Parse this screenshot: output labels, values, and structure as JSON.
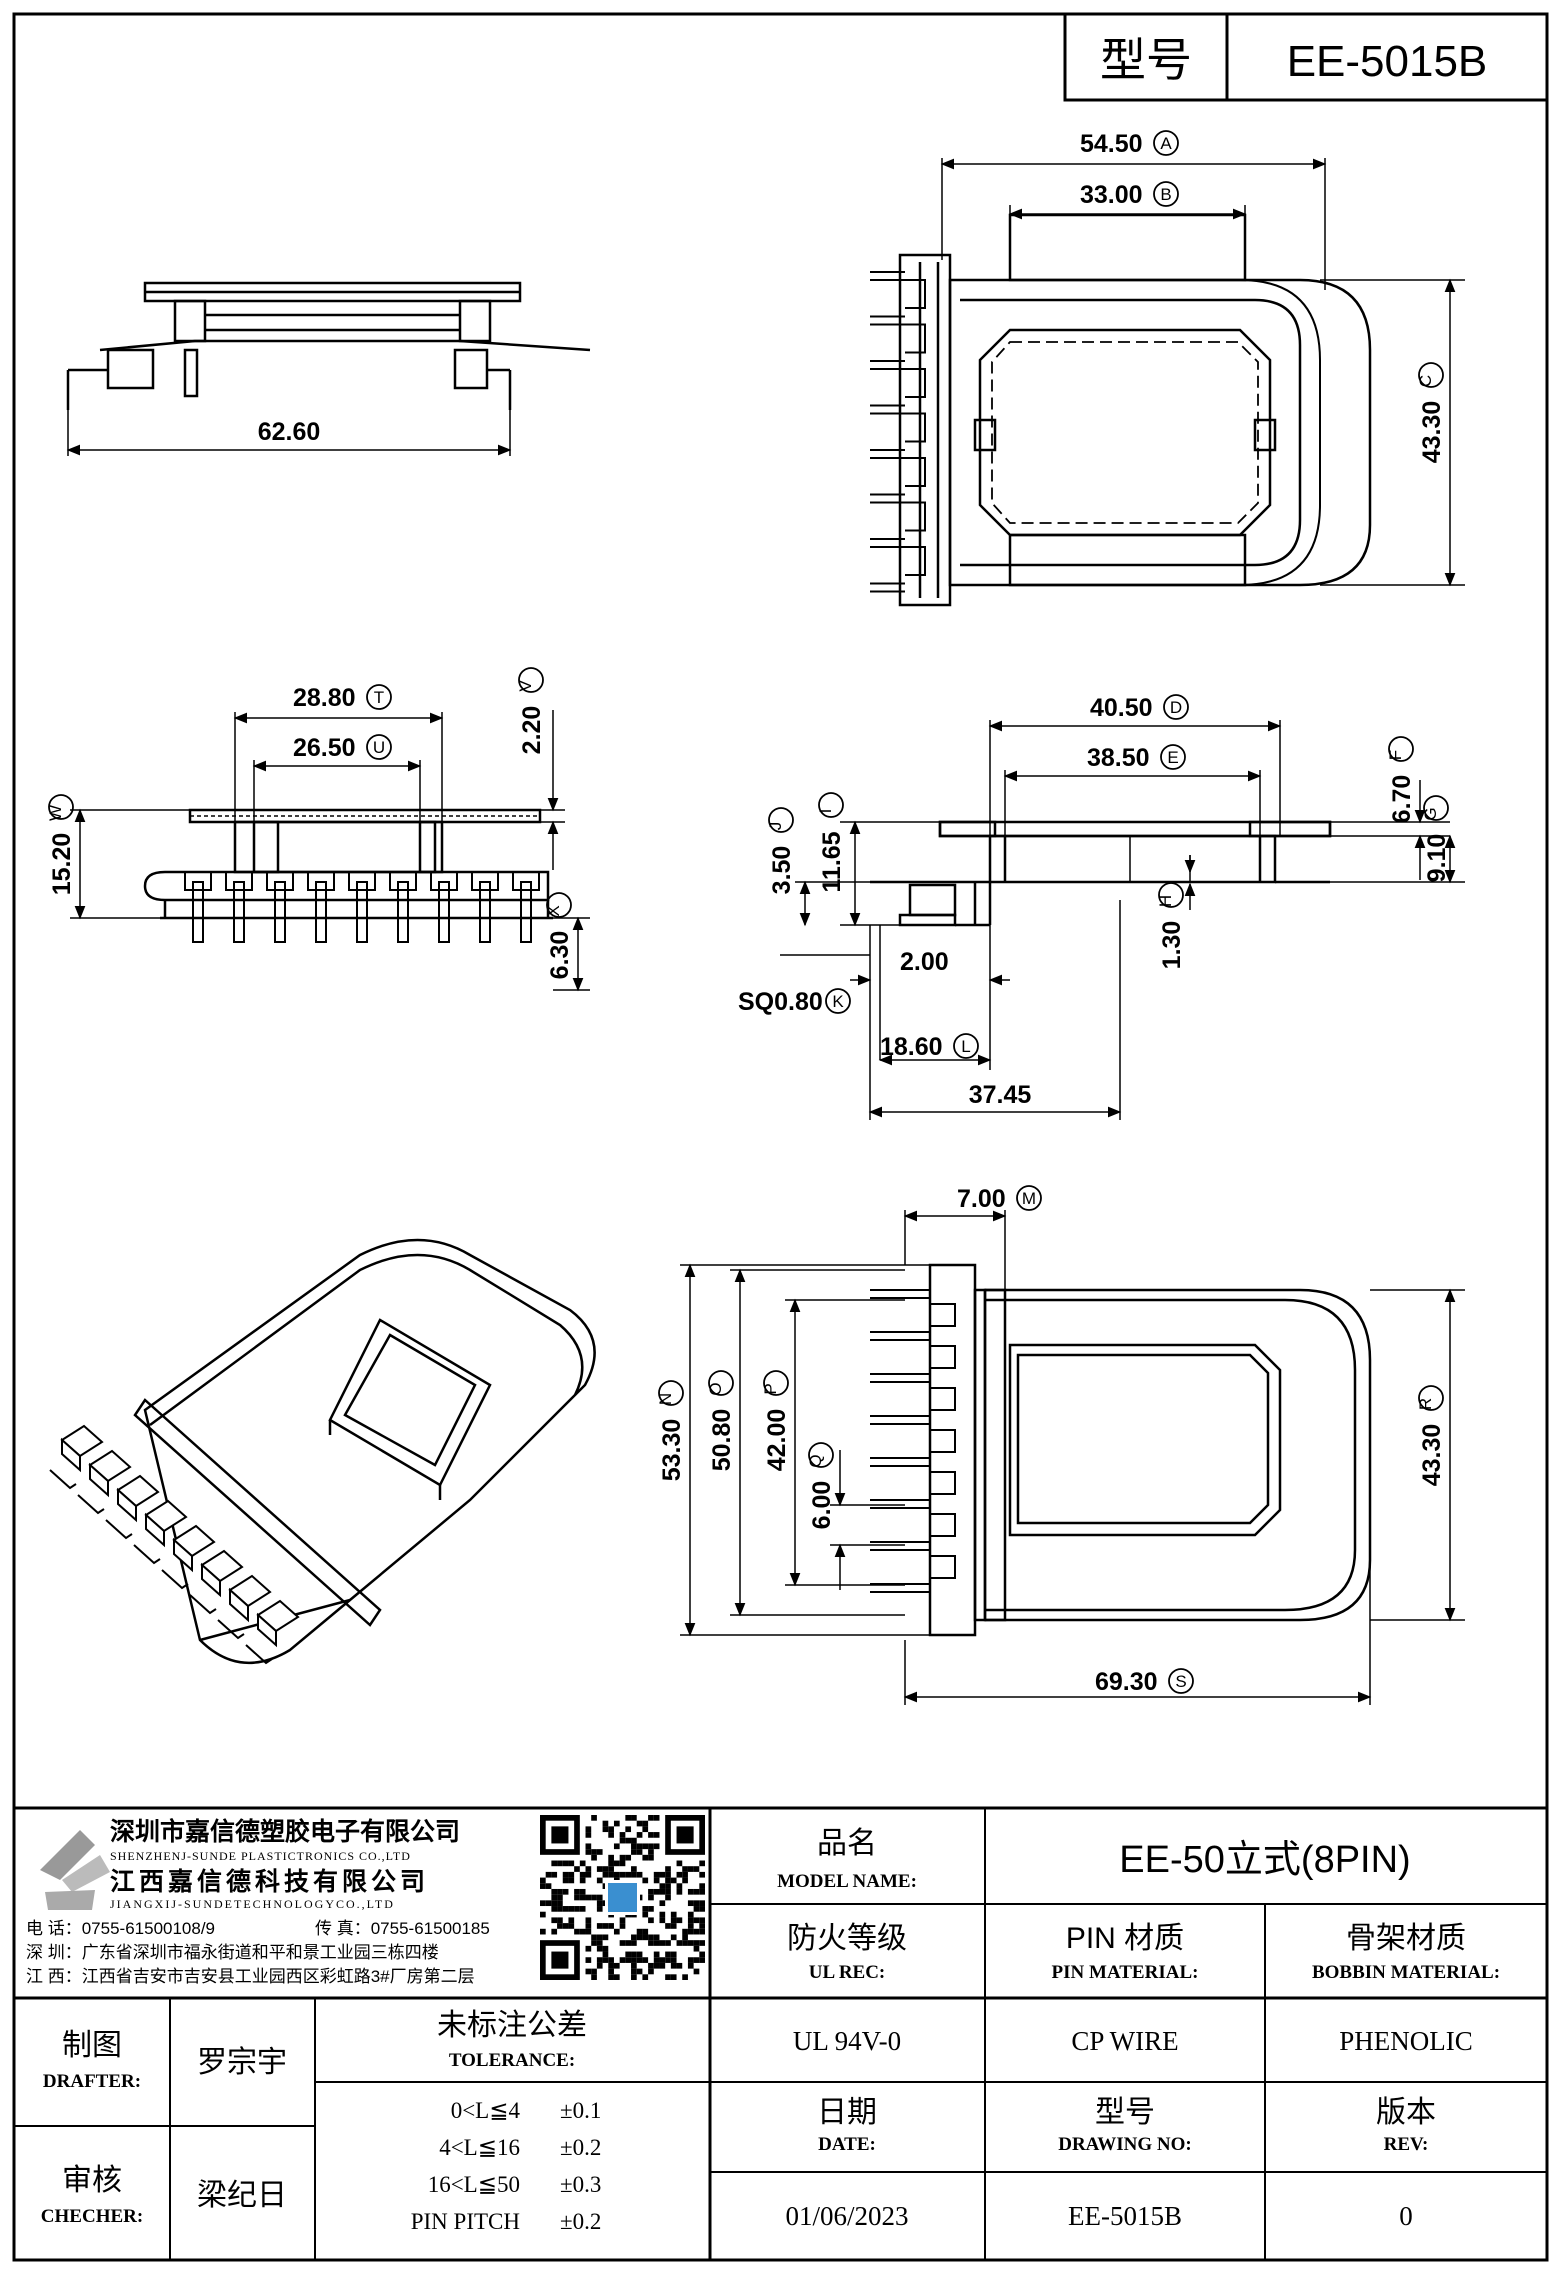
{
  "header": {
    "label_zh": "型号",
    "model": "EE-5015B"
  },
  "dimensions": [
    {
      "id": "A",
      "value": "54.50"
    },
    {
      "id": "B",
      "value": "33.00"
    },
    {
      "id": "C",
      "value": "43.30"
    },
    {
      "id": "D",
      "value": "40.50"
    },
    {
      "id": "E",
      "value": "38.50"
    },
    {
      "id": "F",
      "value": "6.70"
    },
    {
      "id": "G",
      "value": "9.10"
    },
    {
      "id": "H",
      "value": "1.30"
    },
    {
      "id": "I",
      "value": "11.65"
    },
    {
      "id": "J",
      "value": "3.50"
    },
    {
      "id": "K",
      "value": "SQ0.80"
    },
    {
      "id": "L",
      "value": "18.60"
    },
    {
      "id": "M",
      "value": "7.00"
    },
    {
      "id": "N",
      "value": "53.30"
    },
    {
      "id": "O",
      "value": "50.80"
    },
    {
      "id": "P",
      "value": "42.00"
    },
    {
      "id": "Q",
      "value": "6.00"
    },
    {
      "id": "R",
      "value": "43.30"
    },
    {
      "id": "S",
      "value": "69.30"
    },
    {
      "id": "T",
      "value": "28.80"
    },
    {
      "id": "U",
      "value": "26.50"
    },
    {
      "id": "V",
      "value": "2.20"
    },
    {
      "id": "W",
      "value": "15.20"
    },
    {
      "id": "X",
      "value": "6.30"
    }
  ],
  "plain_dims": {
    "top_left_width": "62.60",
    "pin_offset": "2.00",
    "total_depth": "37.45"
  },
  "company": {
    "name_sz": "深圳市嘉信德塑胶电子有限公司",
    "name_sz_en": "SHENZHENJ-SUNDE PLASTICTRONICS CO.,LTD",
    "name_jx": "江西嘉信德科技有限公司",
    "name_jx_en": "JIANGXIJ-SUNDETECHNOLOGYCO.,LTD",
    "tel": "电 话：0755-61500108/9",
    "fax": "传 真：0755-61500185",
    "addr_sz": "深 圳：广东省深圳市福永街道和平和景工业园三栋四楼",
    "addr_jx": "江 西：江西省吉安市吉安县工业园西区彩虹路3#厂房第二层"
  },
  "title_block": {
    "model_name_zh": "品名",
    "model_name_en": "MODEL NAME:",
    "model_name_val": "EE-50立式(8PIN)",
    "ul_zh": "防火等级",
    "ul_en": "UL REC:",
    "ul_val": "UL 94V-0",
    "pin_zh": "PIN 材质",
    "pin_en": "PIN MATERIAL:",
    "pin_val": "CP WIRE",
    "bobbin_zh": "骨架材质",
    "bobbin_en": "BOBBIN MATERIAL:",
    "bobbin_val": "PHENOLIC",
    "drafter_zh": "制图",
    "drafter_en": "DRAFTER:",
    "drafter_val": "罗宗宇",
    "checker_zh": "审核",
    "checker_en": "CHECHER:",
    "checker_val": "梁纪日",
    "tol_zh": "未标注公差",
    "tol_en": "TOLERANCE:",
    "tolerances": [
      {
        "range": "0<L≦4",
        "tol": "±0.1"
      },
      {
        "range": "4<L≦16",
        "tol": "±0.2"
      },
      {
        "range": "16<L≦50",
        "tol": "±0.3"
      },
      {
        "range": "PIN PITCH",
        "tol": "±0.2"
      }
    ],
    "date_zh": "日期",
    "date_en": "DATE:",
    "date_val": "01/06/2023",
    "dwg_zh": "型号",
    "dwg_en": "DRAWING NO:",
    "dwg_val": "EE-5015B",
    "rev_zh": "版本",
    "rev_en": "REV:",
    "rev_val": "0"
  }
}
